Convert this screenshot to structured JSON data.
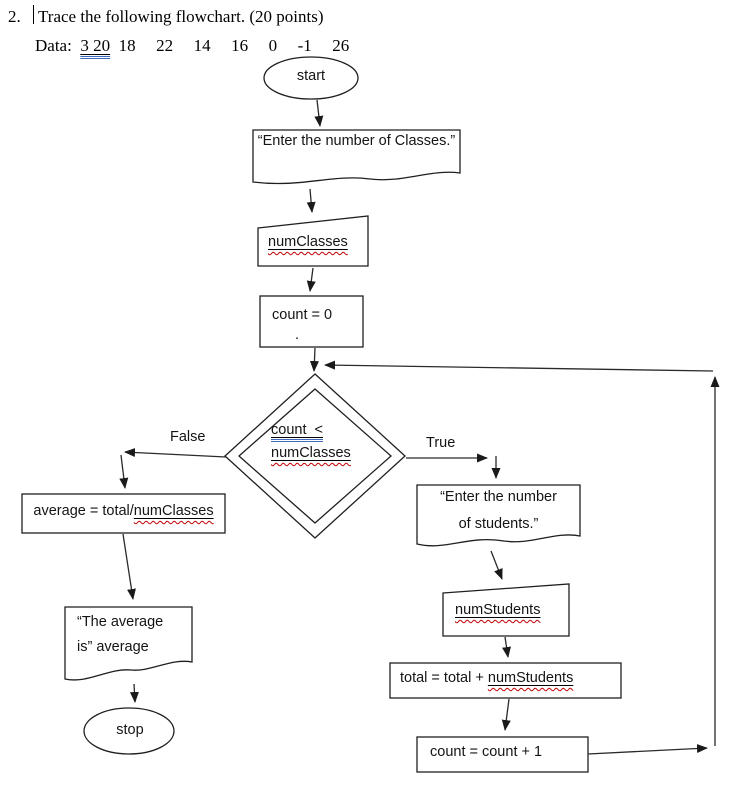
{
  "header": {
    "number": "2.",
    "title": "Trace the following flowchart. (20 points)",
    "data_label": "Data:",
    "data_marked": "3 20",
    "data_rest": "18  22  14  16  0  -1  26"
  },
  "flowchart": {
    "start_label": "start",
    "enter_classes": "“Enter the number of Classes.”",
    "num_classes": "numClasses",
    "count_init": "count = 0",
    "stray_dot": ".",
    "decision_count": "count  <",
    "decision_var": "numClasses",
    "false_label": "False",
    "true_label": "True",
    "average_prefix": "average = total/",
    "average_var": "numClasses",
    "output_line1": "“The average",
    "output_line2": "is” average",
    "stop_label": "stop",
    "enter_students_line1": "“Enter the number",
    "enter_students_line2": "of students.”",
    "num_students": "numStudents",
    "total_prefix": "total = total + ",
    "total_var": "numStudents",
    "count_increment": "count = count + 1"
  },
  "colors": {
    "line": "#1f1f1f",
    "spellcheck_red": "#c00000",
    "grammar_blue": "#3f6bbf"
  }
}
